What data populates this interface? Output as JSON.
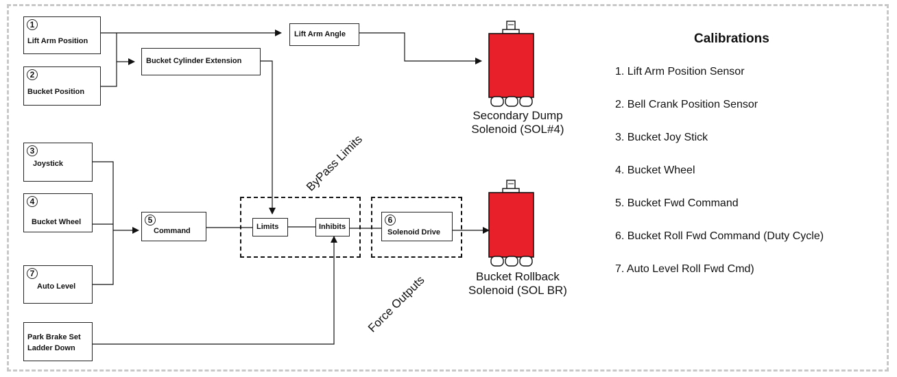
{
  "inputs": {
    "lift_arm_position": {
      "num": "1",
      "label": "Lift Arm Position"
    },
    "bucket_position": {
      "num": "2",
      "label": "Bucket Position"
    },
    "joystick": {
      "num": "3",
      "label": "Joystick"
    },
    "bucket_wheel": {
      "num": "4",
      "label": "Bucket Wheel"
    },
    "auto_level": {
      "num": "7",
      "label": "Auto Level"
    },
    "park_brake": {
      "line1": "Park Brake Set",
      "line2": "Ladder Down"
    }
  },
  "processing": {
    "lift_arm_angle": "Lift Arm Angle",
    "bucket_cylinder_extension": "Bucket Cylinder Extension",
    "command": {
      "num": "5",
      "label": "Command"
    },
    "limits": "Limits",
    "inhibits": "Inhibits",
    "solenoid_drive": {
      "num": "6",
      "label": "Solenoid Drive"
    }
  },
  "annotations": {
    "bypass_limits": "ByPass Limits",
    "force_outputs": "Force Outputs"
  },
  "solenoids": {
    "secondary_dump": {
      "line1": "Secondary Dump",
      "line2": "Solenoid (SOL#4)"
    },
    "bucket_rollback": {
      "line1": "Bucket Rollback",
      "line2": "Solenoid (SOL BR)"
    },
    "color": "#e8202a"
  },
  "calibrations": {
    "title": "Calibrations",
    "items": [
      "1. Lift Arm Position Sensor",
      "2. Bell Crank Position Sensor",
      "3. Bucket Joy Stick",
      "4. Bucket Wheel",
      "5. Bucket Fwd Command",
      "6. Bucket Roll Fwd Command (Duty Cycle)",
      "7.  Auto Level Roll Fwd Cmd)"
    ]
  }
}
